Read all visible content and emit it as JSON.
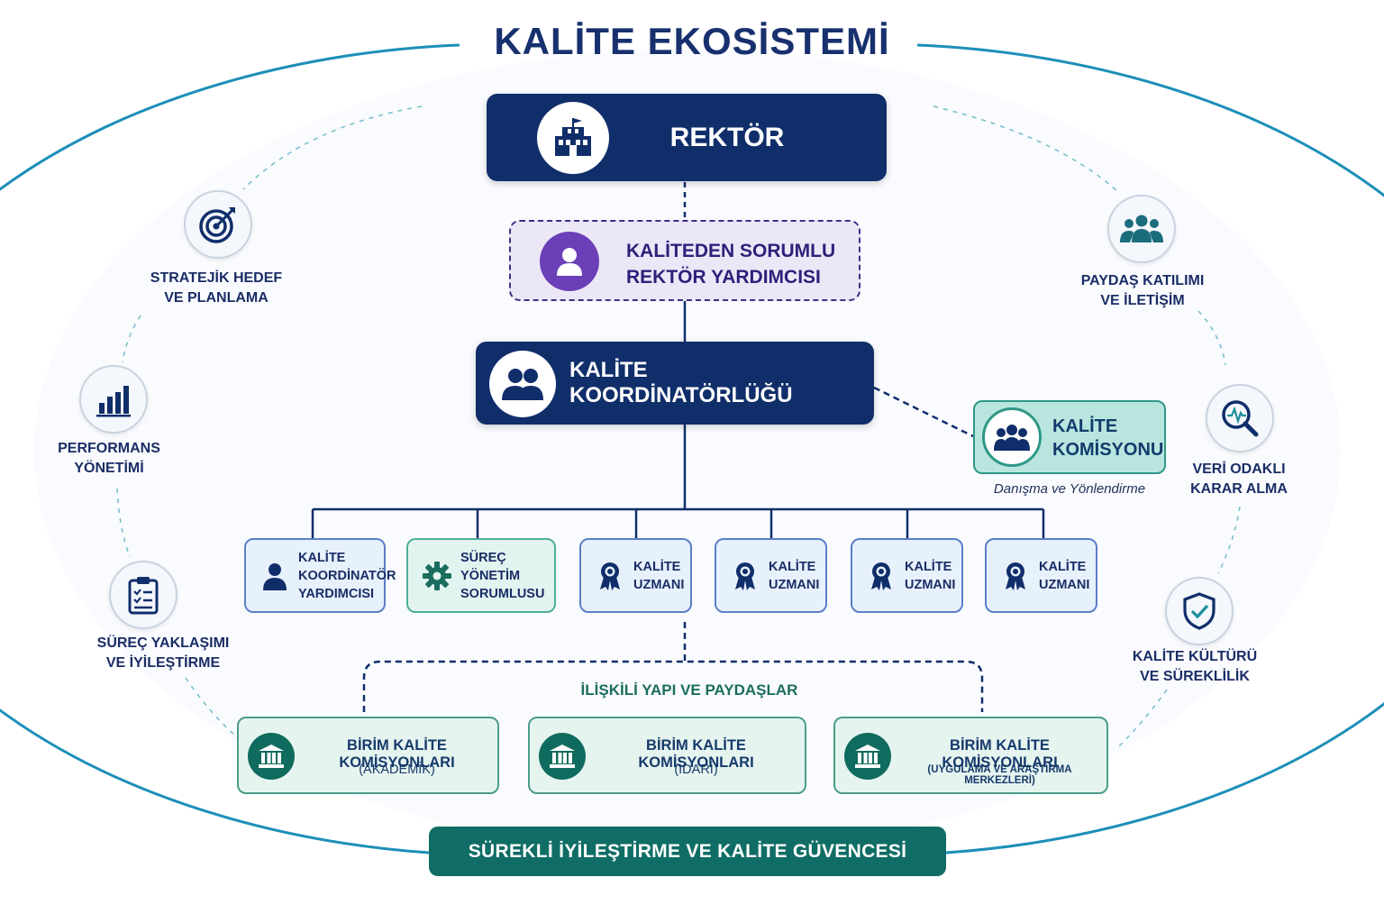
{
  "title": "KALİTE EKOSİSTEMİ",
  "rektor": {
    "label": "REKTÖR",
    "icon": "university-building-icon"
  },
  "vice_rector": {
    "line1": "KALİTEDEN SORUMLU",
    "line2": "REKTÖR YARDIMCISI",
    "icon": "person-icon"
  },
  "coordinator": {
    "label": "KALİTE KOORDİNATÖRLÜĞÜ",
    "icon": "group-icon"
  },
  "commission": {
    "line1": "KALİTE",
    "line2": "KOMİSYONU",
    "subtitle": "Danışma ve Yönlendirme",
    "icon": "team-icon"
  },
  "staff": [
    {
      "lines": [
        "KALİTE",
        "KOORDİNATÖR",
        "YARDIMCISI"
      ],
      "icon": "person-icon"
    },
    {
      "lines": [
        "SÜREÇ YÖNETİM",
        "SORUMLUSU"
      ],
      "icon": "gear-icon"
    },
    {
      "lines": [
        "KALİTE",
        "UZMANI"
      ],
      "icon": "award-ribbon-icon"
    },
    {
      "lines": [
        "KALİTE",
        "UZMANI"
      ],
      "icon": "award-ribbon-icon"
    },
    {
      "lines": [
        "KALİTE",
        "UZMANI"
      ],
      "icon": "award-ribbon-icon"
    },
    {
      "lines": [
        "KALİTE",
        "UZMANI"
      ],
      "icon": "award-ribbon-icon"
    }
  ],
  "related_title": "İLİŞKİLİ YAPI VE PAYDAŞLAR",
  "units": [
    {
      "line1": "BİRİM KALİTE KOMİSYONLARI",
      "line2": "(AKADEMİK)",
      "icon": "institution-icon"
    },
    {
      "line1": "BİRİM KALİTE KOMİSYONLARI",
      "line2": "(İDARİ)",
      "icon": "institution-icon"
    },
    {
      "line1": "BİRİM KALİTE KOMİSYONLARI",
      "line2": "(UYGULAMA VE ARAŞTIRMA MERKEZLERİ)",
      "icon": "institution-icon"
    }
  ],
  "footer": "SÜREKLİ İYİLEŞTİRME VE KALİTE GÜVENCESİ",
  "left_items": [
    {
      "line1": "STRATEJİK HEDEF",
      "line2": "VE PLANLAMA",
      "icon": "target-icon"
    },
    {
      "line1": "PERFORMANS",
      "line2": "YÖNETİMİ",
      "icon": "bar-chart-icon"
    },
    {
      "line1": "SÜREÇ YAKLAŞIMI",
      "line2": "VE İYİLEŞTİRME",
      "icon": "clipboard-checklist-icon"
    }
  ],
  "right_items": [
    {
      "line1": "PAYDAŞ KATILIMI",
      "line2": "VE İLETİŞİM",
      "icon": "people-icon"
    },
    {
      "line1": "VERİ ODAKLI",
      "line2": "KARAR ALMA",
      "icon": "magnifier-analytics-icon"
    },
    {
      "line1": "KALİTE KÜLTÜRÜ",
      "line2": "VE SÜREKLİLİK",
      "icon": "shield-check-icon"
    }
  ],
  "colors": {
    "navy": "#102e6a",
    "purple": "#6a3fb7",
    "teal": "#0f6d65",
    "ring": "#1d8fb8"
  }
}
